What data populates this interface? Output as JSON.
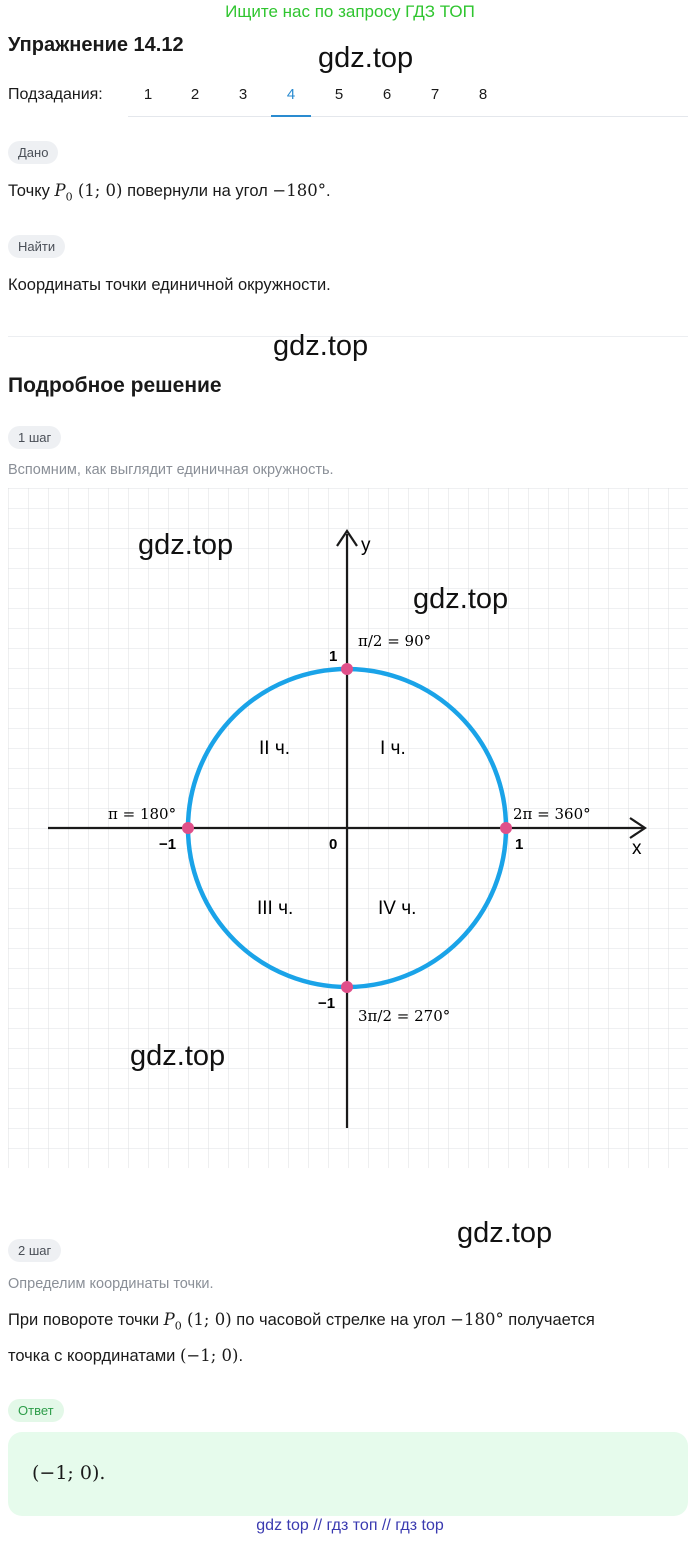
{
  "promo": "Ищите нас по запросу ГДЗ ТОП",
  "title": "Упражнение 14.12",
  "watermark": "gdz.top",
  "subtasks": {
    "label": "Подзадания:",
    "items": [
      "1",
      "2",
      "3",
      "4",
      "5",
      "6",
      "7",
      "8"
    ],
    "active": "4"
  },
  "given": {
    "tag": "Дано",
    "text_before": "Точку ",
    "point": "P",
    "point_sub": "0",
    "coords": "(1; 0)",
    "text_middle": " повернули на угол ",
    "angle": "−180°",
    "text_after": "."
  },
  "find": {
    "tag": "Найти",
    "text": "Координаты точки единичной окружности."
  },
  "solution_title": "Подробное решение",
  "step1": {
    "tag": "1 шаг",
    "text": "Вспомним, как выглядит единичная окружность."
  },
  "diagram": {
    "x_axis": "x",
    "y_axis": "y",
    "origin": "0",
    "tick_pos_x": "1",
    "tick_neg_x": "−1",
    "tick_pos_y": "1",
    "tick_neg_y": "−1",
    "label_top": "π/2 = 90°",
    "label_left": "π = 180°",
    "label_right": "2π = 360°",
    "label_bottom": "3π/2 = 270°",
    "q1": "I ч.",
    "q2": "II ч.",
    "q3": "III ч.",
    "q4": "IV ч.",
    "circle_color": "#1aa3e8",
    "point_color": "#e0508a"
  },
  "step2": {
    "tag": "2 шаг",
    "intro": "Определим координаты точки.",
    "line1_before": "При повороте точки ",
    "point": "P",
    "point_sub": "0",
    "coords": "(1; 0)",
    "line1_middle": " по часовой стрелке на угол ",
    "angle": "−180°",
    "line1_after": " получается",
    "line2_before": "точка с координатами ",
    "result": "(−1; 0)",
    "line2_after": "."
  },
  "answer": {
    "tag": "Ответ",
    "value": "(−1; 0)."
  },
  "footer": "gdz top  //  гдз топ  //  гдз top"
}
